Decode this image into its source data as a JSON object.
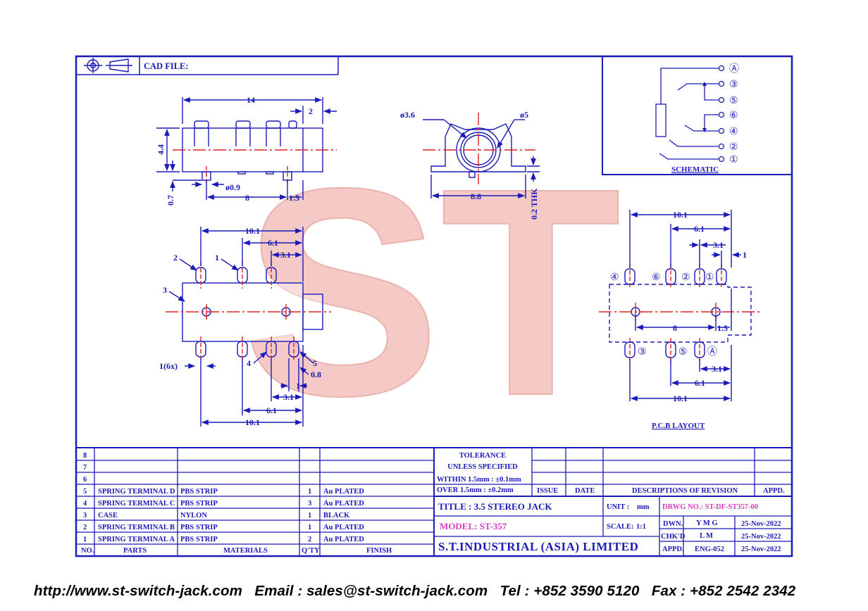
{
  "header": {
    "cad_label": "CAD FILE:"
  },
  "schematic": {
    "title": "SCHEMATIC",
    "terminals": [
      "Ⓐ",
      "③",
      "⑤",
      "⑥",
      "④",
      "②",
      "①"
    ]
  },
  "side_view": {
    "d_14": "14",
    "d_2": "2",
    "d_44": "4.4",
    "d_07": "0.7",
    "d_09": "ø0.9",
    "d_8": "8",
    "d_15": "1.5"
  },
  "front_view": {
    "d_36": "ø3.6",
    "d_5": "ø5",
    "d_88": "8.8",
    "d_thk": "0.2 THK"
  },
  "bottom_view": {
    "d_101_top": "10.1",
    "d_61_top": "6.1",
    "d_31_top": "3.1",
    "lbl_1": "1",
    "lbl_2": "2",
    "lbl_3": "3",
    "lbl_4": "4",
    "lbl_5": "5",
    "lbl_1_6x": "1(6x)",
    "d_08": "0.8",
    "d_1": "1",
    "d_31_bot": "3.1",
    "d_61_bot": "6.1",
    "d_101_bot": "10.1"
  },
  "pcb": {
    "title": "P.C.B LAYOUT",
    "d_101_top": "10.1",
    "d_61_top": "6.1",
    "d_31_top": "3.1",
    "d_1": "1",
    "top_pins": [
      "④",
      "⑥",
      "②",
      "①"
    ],
    "bottom_pins": [
      "③",
      "⑤",
      "Ⓐ"
    ],
    "d_8": "8",
    "d_15": "1.5",
    "d_31_bot": "3.1",
    "d_61_bot": "6.1",
    "d_101_bot": "10.1"
  },
  "parts_table": {
    "rows": [
      {
        "no": "8",
        "part": "",
        "material": "",
        "qty": "",
        "finish": ""
      },
      {
        "no": "7",
        "part": "",
        "material": "",
        "qty": "",
        "finish": ""
      },
      {
        "no": "6",
        "part": "",
        "material": "",
        "qty": "",
        "finish": ""
      },
      {
        "no": "5",
        "part": "SPRING TERMINAL D",
        "material": "PBS STRIP",
        "qty": "1",
        "finish": "Au PLATED"
      },
      {
        "no": "4",
        "part": "SPRING TERMINAL C",
        "material": "PBS STRIP",
        "qty": "3",
        "finish": "Au PLATED"
      },
      {
        "no": "3",
        "part": "CASE",
        "material": "NYLON",
        "qty": "1",
        "finish": "BLACK"
      },
      {
        "no": "2",
        "part": "SPRING TERMINAL B",
        "material": "PBS STRIP",
        "qty": "1",
        "finish": "Au PLATED"
      },
      {
        "no": "1",
        "part": "SPRING TERMINAL A",
        "material": "PBS STRIP",
        "qty": "2",
        "finish": "Au PLATED"
      }
    ],
    "headers": {
      "no": "NO.",
      "part": "PARTS",
      "material": "MATERIALS",
      "qty": "Q'TY",
      "finish": "FINISH"
    }
  },
  "tolerance": {
    "line1": "TOLERANCE",
    "line2": "UNLESS  SPECIFIED",
    "within": "WITHIN  1.5mm : ±0.1mm",
    "over": "OVER   1.5mm : ±0.2mm"
  },
  "revision": {
    "issue": "ISSUE",
    "date": "DATE",
    "desc": "DESCRIPTIONS OF REVISION",
    "appd": "APPD."
  },
  "title_block": {
    "title": "TITLE : 3.5 STEREO JACK",
    "unit_label": "UNIT :",
    "unit_value": "mm",
    "drwg": "DRWG NO.: ST-DF-ST357-00",
    "model": "MODEL: ST-357",
    "scale_label": "SCALE:",
    "scale_value": "1:1",
    "company": "S.T.INDUSTRIAL  (ASIA)  LIMITED",
    "dwn": "DWN.",
    "dwn_name": "Y M G",
    "dwn_date": "25-Nov-2022",
    "chkd": "CHK'D",
    "chkd_name": "L M",
    "chkd_date": "25-Nov-2022",
    "appd": "APPD.",
    "appd_name": "ENG-052",
    "appd_date": "25-Nov-2022"
  },
  "watermark": "ST",
  "footer": {
    "url": "http://www.st-switch-jack.com",
    "email": "Email : sales@st-switch-jack.com",
    "tel": "Tel : +852 3590 5120",
    "fax": "Fax : +852 2542 2342"
  },
  "colors": {
    "line": "#1a1ab8",
    "center": "#e02020",
    "magenta": "#d63cc2",
    "watermark": "#f2b8b4"
  }
}
